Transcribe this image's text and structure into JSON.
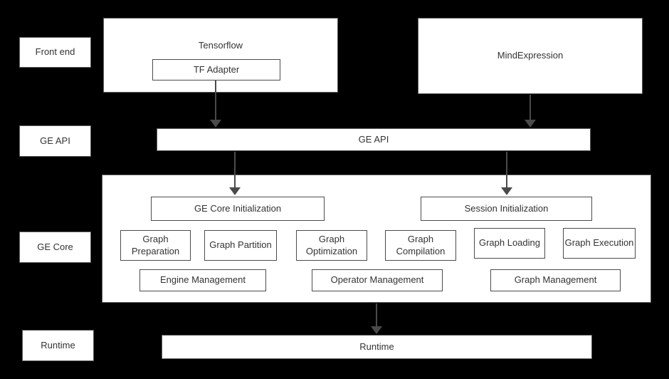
{
  "colors": {
    "background": "#000000",
    "box_fill": "#ffffff",
    "box_border": "#5a5a5a",
    "inner_border": "#4c4c4c",
    "text": "#333333",
    "arrow": "#4a4a4a"
  },
  "row_labels": {
    "front_end": "Front end",
    "ge_api": "GE API",
    "ge_core": "GE Core",
    "runtime": "Runtime"
  },
  "front_end": {
    "tensorflow": "Tensorflow",
    "tf_adapter": "TF Adapter",
    "mindexpression": "MindExpression"
  },
  "ge_api": {
    "label": "GE API"
  },
  "ge_core": {
    "init": [
      "GE Core Initialization",
      "Session Initialization"
    ],
    "pipeline": [
      "Graph Preparation",
      "Graph Partition",
      "Graph Optimization",
      "Graph Compilation",
      "Graph Loading",
      "Graph Execution"
    ],
    "management": [
      "Engine Management",
      "Operator Management",
      "Graph Management"
    ]
  },
  "runtime": {
    "label": "Runtime"
  }
}
